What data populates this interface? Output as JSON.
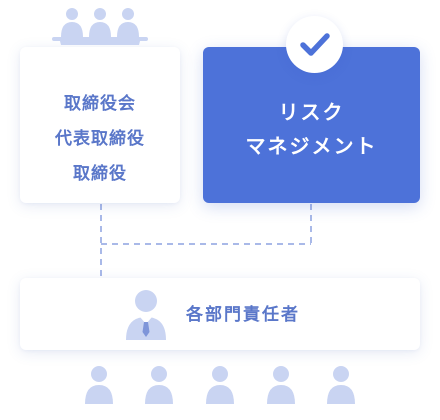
{
  "board": {
    "lines": [
      "取締役会",
      "代表取締役",
      "取締役"
    ]
  },
  "risk": {
    "lines": [
      "リスク",
      "マネジメント"
    ]
  },
  "department": {
    "label": "各部門責任者"
  },
  "icons": {
    "board_table": "conference-table-icon",
    "check": "check-icon",
    "manager": "person-with-tie-icon",
    "staff": "person-icon"
  },
  "colors": {
    "accent": "#4d72d9",
    "text": "#5a77c9",
    "icon_light": "#c9d4f2",
    "icon_dark": "#7e95d9",
    "connector": "#a9b9e8"
  }
}
